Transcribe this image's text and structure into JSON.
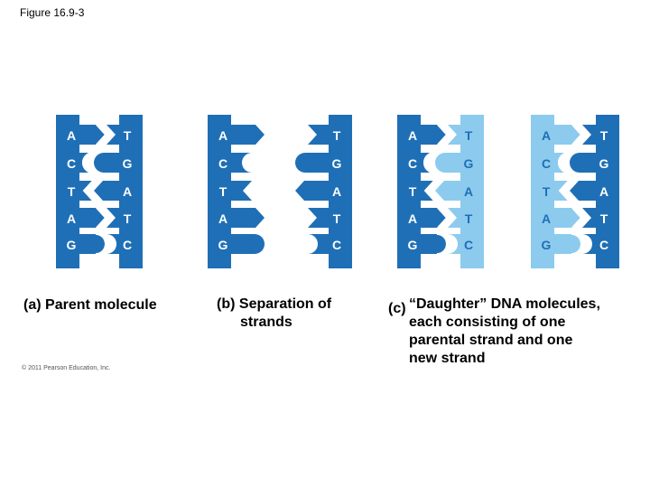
{
  "figure_label": "Figure 16.9-3",
  "colors": {
    "parent": "#1f6fb6",
    "new": "#8ccbee",
    "divider": "#ffffff",
    "base_text_on_dark": "#ffffff",
    "base_text_on_light": "#1f6fb6"
  },
  "panels": [
    {
      "id": "a",
      "caption_tag": "(a)",
      "caption_lines": [
        "Parent molecule"
      ],
      "left_strand": {
        "bases": [
          "A",
          "C",
          "T",
          "A",
          "G"
        ],
        "type": "parent"
      },
      "right_strand": {
        "bases": [
          "T",
          "G",
          "A",
          "T",
          "C"
        ],
        "type": "parent"
      }
    },
    {
      "id": "b",
      "caption_tag": "(b)",
      "caption_lines": [
        "Separation of",
        "strands"
      ],
      "left_strand": {
        "bases": [
          "A",
          "C",
          "T",
          "A",
          "G"
        ],
        "type": "parent"
      },
      "right_strand": {
        "bases": [
          "T",
          "G",
          "A",
          "T",
          "C"
        ],
        "type": "parent"
      }
    },
    {
      "id": "c",
      "caption_tag": "(c)",
      "caption_lines": [
        "“Daughter” DNA molecules,",
        "each consisting of one",
        "parental strand and one",
        "new strand"
      ],
      "molecules": [
        {
          "left_strand": {
            "bases": [
              "A",
              "C",
              "T",
              "A",
              "G"
            ],
            "type": "parent"
          },
          "right_strand": {
            "bases": [
              "T",
              "G",
              "A",
              "T",
              "C"
            ],
            "type": "new"
          }
        },
        {
          "left_strand": {
            "bases": [
              "A",
              "C",
              "T",
              "A",
              "G"
            ],
            "type": "new"
          },
          "right_strand": {
            "bases": [
              "T",
              "G",
              "A",
              "T",
              "C"
            ],
            "type": "parent"
          }
        }
      ]
    }
  ],
  "copyright": "© 2011 Pearson Education, Inc."
}
